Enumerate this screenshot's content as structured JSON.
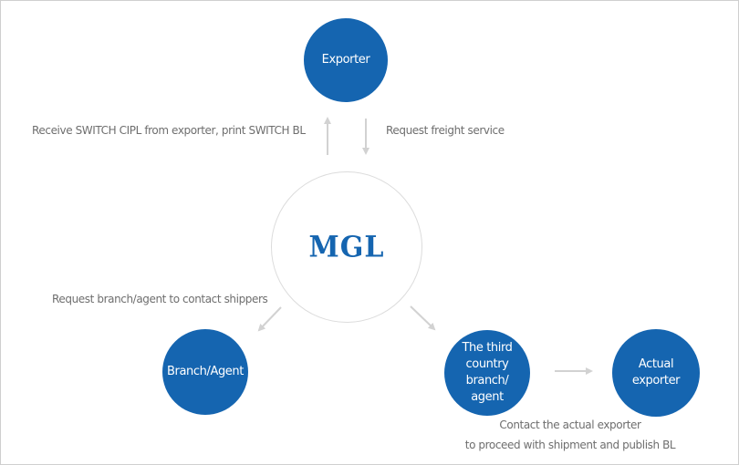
{
  "diagram": {
    "hub": {
      "label": "MGL"
    },
    "nodes": {
      "exporter": {
        "label": "Exporter"
      },
      "branch_agent": {
        "label": "Branch/Agent"
      },
      "third_country": {
        "line1": "The third",
        "line2": "country branch/",
        "line3": "agent"
      },
      "actual_exporter": {
        "line1": "Actual",
        "line2": "exporter"
      }
    },
    "edges": {
      "hub_to_exporter": {
        "label": "Receive SWITCH CIPL from exporter, print SWITCH BL"
      },
      "exporter_to_hub": {
        "label": "Request freight service"
      },
      "hub_to_branch": {
        "label": "Request branch/agent to contact shippers"
      },
      "hub_to_third_country": {
        "label": ""
      },
      "third_country_to_actual": {
        "line1": "Contact the actual exporter",
        "line2": "to proceed with shipment and publish BL"
      }
    },
    "colors": {
      "node_fill": "#1565b0",
      "hub_border": "#dcdcdc",
      "arrow": "#d2d2d2",
      "text": "#6e6e6e"
    }
  }
}
